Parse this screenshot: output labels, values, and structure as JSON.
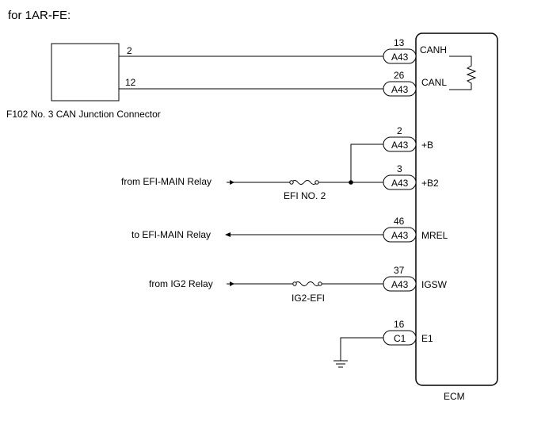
{
  "title": "for 1AR-FE:",
  "junction_connector": {
    "label": "F102  No. 3 CAN Junction Connector",
    "pins": [
      "2",
      "12"
    ]
  },
  "ecm": {
    "label": "ECM",
    "terminals": [
      {
        "pin": "13",
        "connector": "A43",
        "signal": "CANH"
      },
      {
        "pin": "26",
        "connector": "A43",
        "signal": "CANL"
      },
      {
        "pin": "2",
        "connector": "A43",
        "signal": "+B"
      },
      {
        "pin": "3",
        "connector": "A43",
        "signal": "+B2"
      },
      {
        "pin": "46",
        "connector": "A43",
        "signal": "MREL"
      },
      {
        "pin": "37",
        "connector": "A43",
        "signal": "IGSW"
      },
      {
        "pin": "16",
        "connector": "C1",
        "signal": "E1"
      }
    ]
  },
  "external_labels": {
    "efi_main_from": "from EFI-MAIN Relay",
    "efi_main_to": "to EFI-MAIN Relay",
    "ig2_from": "from IG2 Relay"
  },
  "fuses": {
    "efi_no2": "EFI NO. 2",
    "ig2_efi": "IG2-EFI"
  }
}
